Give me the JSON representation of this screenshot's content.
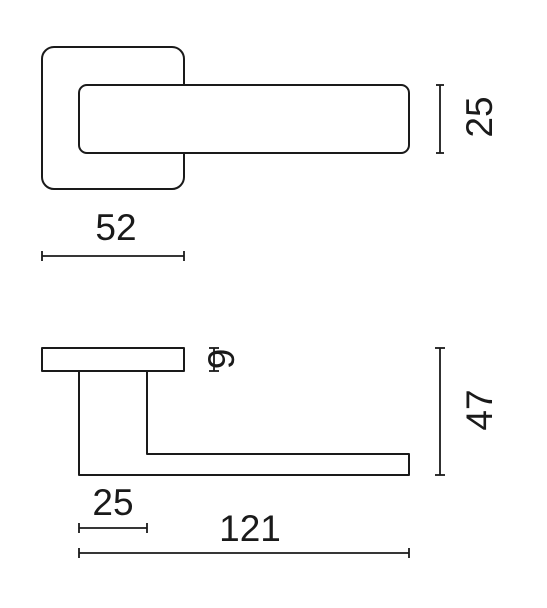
{
  "top_view": {
    "width_label": "52",
    "height_label": "25"
  },
  "side_view": {
    "rose_thickness_label": "9",
    "total_height_label": "47",
    "neck_width_label": "25",
    "total_length_label": "121"
  }
}
